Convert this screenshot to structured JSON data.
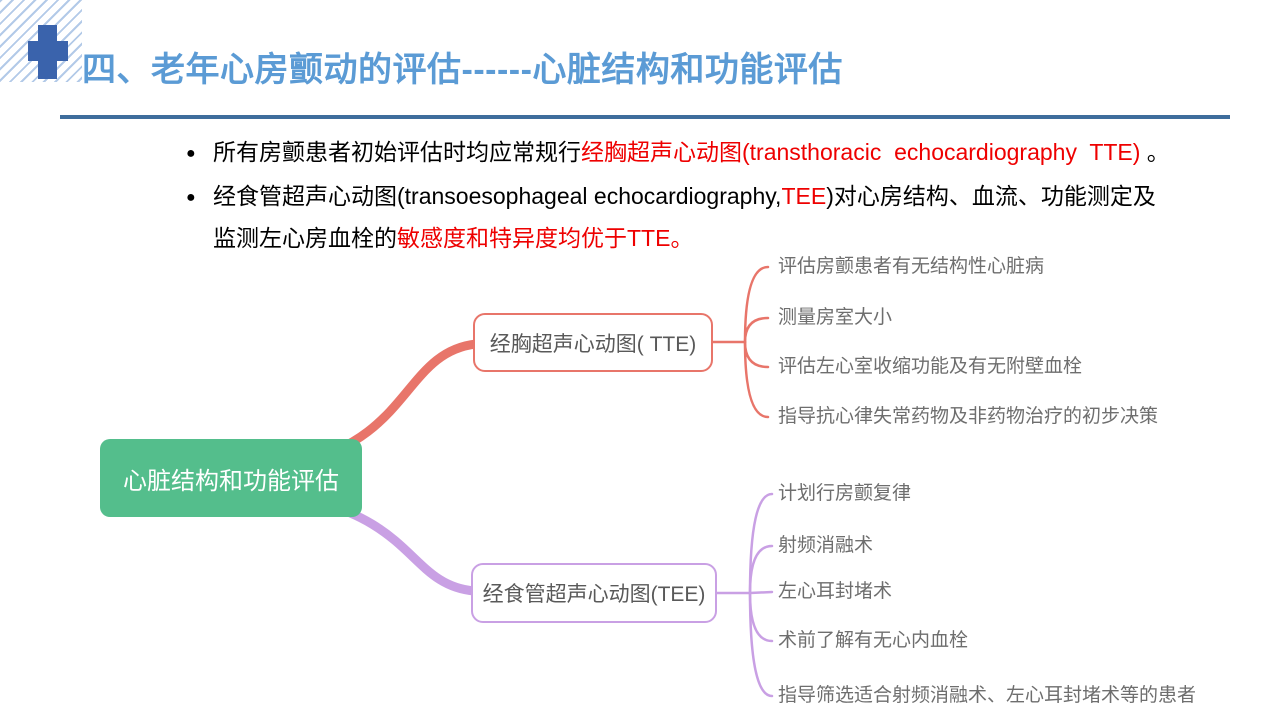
{
  "slide": {
    "title": "四、老年心房颤动的评估------心脏结构和功能评估"
  },
  "bullets": {
    "dot": "●",
    "b1": {
      "s1": "所有房颤患者初始评估时均应常规行",
      "s2": "经胸超声心动图(transthoracic  echocardiography  TTE)",
      "s3": " 。"
    },
    "b2l1": {
      "s1": "经食管超声心动图(transoesophageal echocardiography,",
      "s2": "TEE",
      "s3": ")对心房结构、血流、功能测定及"
    },
    "b2l2": {
      "s1": "监测左心房血栓的",
      "s2": "敏感度和特异度均优于TTE。"
    }
  },
  "mindmap": {
    "root": {
      "label": "心脏结构和功能评估"
    },
    "branches": [
      {
        "label": "经胸超声心动图( TTE)",
        "leaves": [
          "评估房颤患者有无结构性心脏病",
          "测量房室大小",
          "评估左心室收缩功能及有无附壁血栓",
          "指导抗心律失常药物及非药物治疗的初步决策"
        ]
      },
      {
        "label": "经食管超声心动图(TEE)",
        "leaves": [
          "计划行房颤复律",
          "射频消融术",
          "左心耳封堵术",
          "术前了解有无心内血栓",
          "指导筛选适合射频消融术、左心耳封堵术等的患者"
        ]
      }
    ]
  },
  "colors": {
    "title": "#5B9BD5",
    "underline": "#3E6D9C",
    "red": "#EE0000",
    "cross": "#3A63AC",
    "stripe": "#B3CAE8",
    "root_green": "#54BE8C",
    "branch_salmon": "#E8756A",
    "branch_purple": "#C9A0E4",
    "node_text": "#595959",
    "leaf_text": "#6E6E6E",
    "body_text": "#000000"
  }
}
